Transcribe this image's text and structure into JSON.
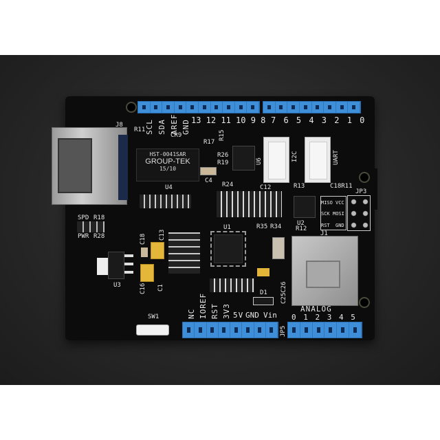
{
  "top_labels": {
    "scl": "SCL",
    "sda": "SDA",
    "aref": "AREF",
    "gnd": "GND",
    "digits_high": "13 12 11 10 9 8",
    "digits_low": "7 6 5 4 3 2 1 0"
  },
  "designators": {
    "j8": "J8",
    "r11": "R11",
    "cr9": "CR9",
    "u4": "U4",
    "r17": "R17",
    "r26": "R26",
    "r19": "R19",
    "c4": "C4",
    "u6": "U6",
    "r15": "R15",
    "r24": "R24",
    "c12": "C12",
    "r13": "R13",
    "c18r11": "C18R11",
    "jp3": "JP3",
    "u2": "U2",
    "r12": "R12",
    "u1": "U1",
    "r35": "R35",
    "r34": "R34",
    "j1": "J1",
    "u3": "U3",
    "c13": "C13",
    "c18": "C18",
    "c16": "C16",
    "c1": "C1",
    "sw1": "SW1",
    "spd": "SPD",
    "r18": "R18",
    "pwr": "PWR",
    "r28": "R28",
    "d1": "D1",
    "jp5": "JP5",
    "c25c26": "C25C26"
  },
  "transformer": {
    "part": "HST-0041SAR",
    "brand": "GROUP-TEK",
    "code": "15/10"
  },
  "connectors": {
    "i2c": "I2C",
    "uart": "UART"
  },
  "icsp": {
    "miso": "MISO",
    "vcc": "VCC",
    "sck": "SCK",
    "mosi": "MOSI",
    "rst": "RST",
    "gnd": "GND"
  },
  "power_labels": {
    "nc": "NC",
    "ioref": "IOREF",
    "rst": "RST",
    "v3": "3V3",
    "v5": "5V",
    "gnd": "GND",
    "vin": "Vin"
  },
  "analog": {
    "title": "ANALOG",
    "pins": "0 1 2 3 4 5"
  }
}
